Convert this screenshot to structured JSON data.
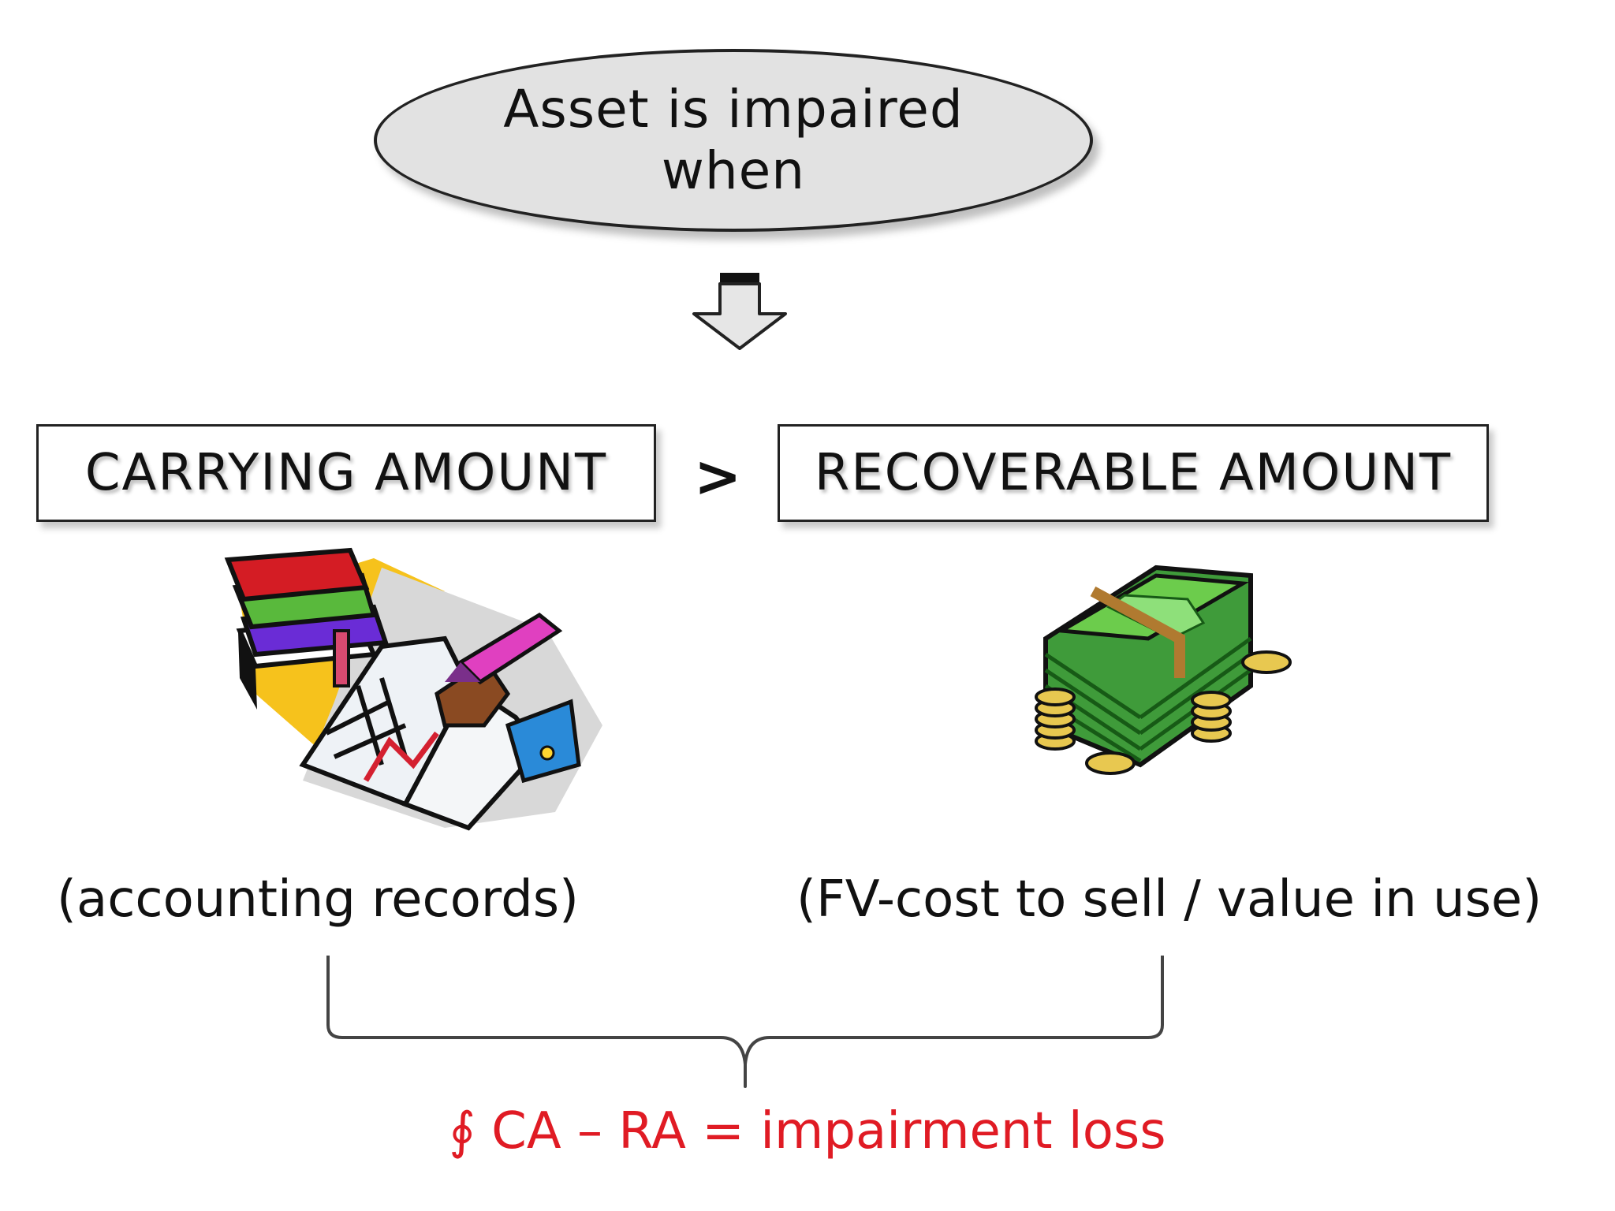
{
  "top_node": {
    "line1": "Asset is impaired",
    "line2": "when"
  },
  "comparison": {
    "left_box": "CARRYING AMOUNT",
    "operator": ">",
    "right_box": "RECOVERABLE AMOUNT"
  },
  "left_caption": "(accounting records)",
  "right_caption": "(FV-cost to sell / value in use)",
  "formula": "∮ CA – RA = impairment loss",
  "icons": {
    "left": "books-ledger-writing-icon",
    "right": "money-stack-coins-icon"
  },
  "colors": {
    "oval_fill": "#e2e2e2",
    "formula_text": "#e01b24",
    "arrow_fill": "#e6e6e6"
  }
}
